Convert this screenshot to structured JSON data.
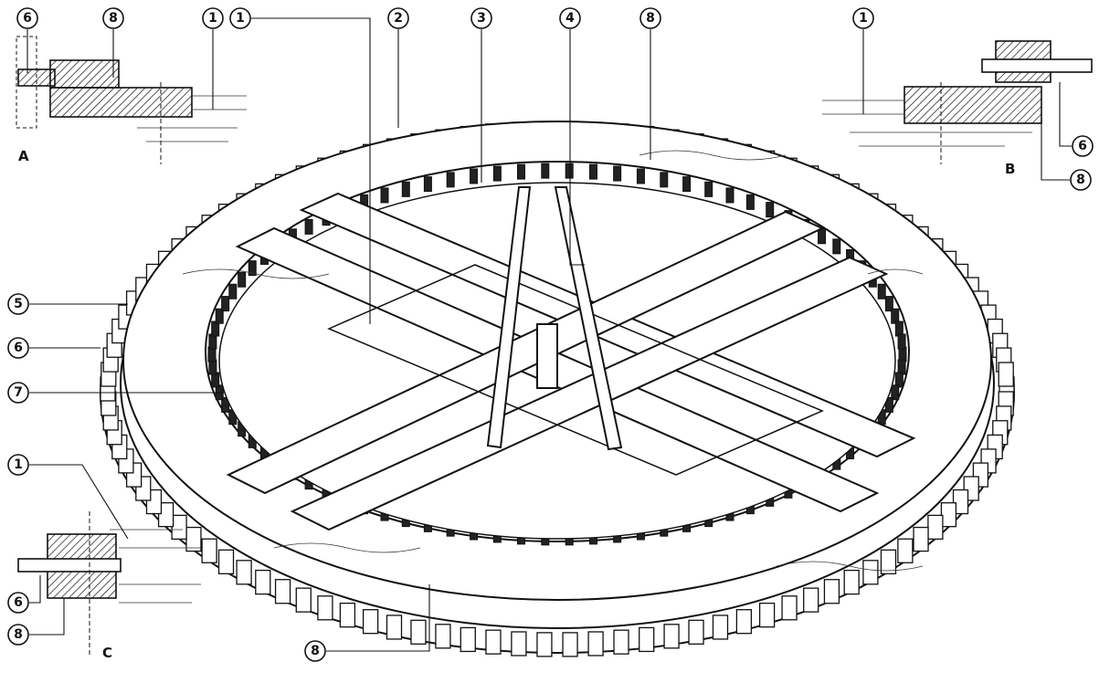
{
  "details": {
    "a": "A",
    "b": "B",
    "c": "C"
  },
  "callouts": {
    "a6": "6",
    "a8": "8",
    "a1": "1",
    "top1": "1",
    "top2": "2",
    "top3": "3",
    "top4": "4",
    "top8": "8",
    "b1": "1",
    "b6": "6",
    "b8": "8",
    "left5": "5",
    "left6": "6",
    "left7": "7",
    "c1": "1",
    "c6": "6",
    "c8": "8",
    "bottom8": "8"
  }
}
